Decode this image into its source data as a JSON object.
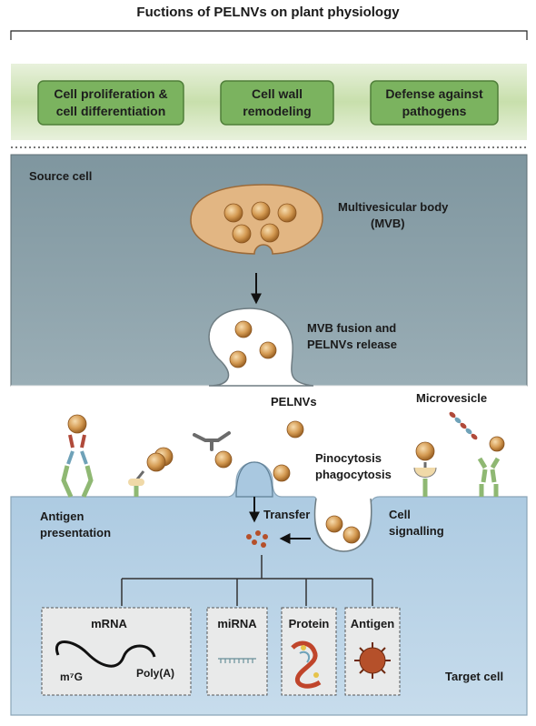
{
  "title": "Fuctions of PELNVs on plant physiology",
  "functions": [
    {
      "line1": "Cell proliferation &",
      "line2": "cell differentiation"
    },
    {
      "line1": "Cell wall",
      "line2": "remodeling"
    },
    {
      "line1": "Defense against",
      "line2": "pathogens"
    }
  ],
  "source": {
    "label": "Source cell",
    "mvb_line1": "Multivesicular body",
    "mvb_line2": "(MVB)",
    "fusion_line1": "MVB fusion and",
    "fusion_line2": "PELNVs release"
  },
  "extracellular": {
    "pelnvs": "PELNVs",
    "microvesicle": "Microvesicle",
    "pino_line1": "Pinocytosis",
    "pino_line2": "phagocytosis"
  },
  "target": {
    "antigen_line1": "Antigen",
    "antigen_line2": "presentation",
    "transfer": "Transfer",
    "signal_line1": "Cell",
    "signal_line2": "signalling",
    "label": "Target cell"
  },
  "cargo": {
    "mrna": "mRNA",
    "m7g": "m⁷G",
    "polya": "Poly(A)",
    "mirna": "miRNA",
    "protein": "Protein",
    "antigen": "Antigen"
  },
  "colors": {
    "green_band": "#cfe3b4",
    "green_box": "#7bb35f",
    "source_cell": "#8fa5ae",
    "target_cell": "#bcd6ea",
    "mvb": "#e2b683",
    "vesicle": "#c98a3f",
    "cargo_box": "#e9eaea"
  }
}
